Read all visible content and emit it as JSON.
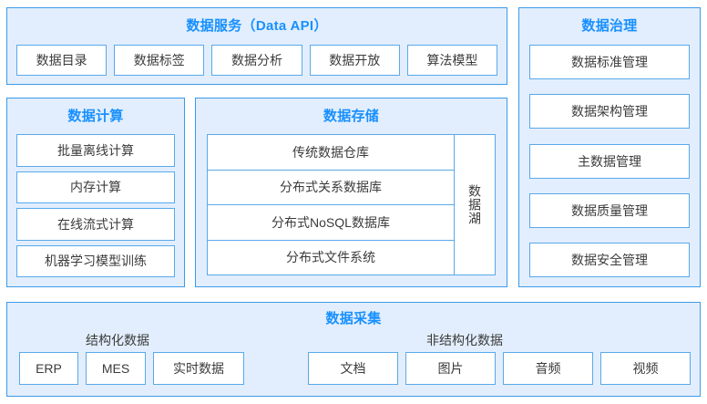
{
  "diagram": {
    "colors": {
      "panel_fill": "#e2eefd",
      "panel_border": "#3d9ae8",
      "title_text": "#1890ff",
      "box_border": "#59a9ea",
      "box_fill": "#ffffff",
      "body_text": "#3b3b3b"
    }
  },
  "data_service": {
    "title": "数据服务（Data API）",
    "items": [
      "数据目录",
      "数据标签",
      "数据分析",
      "数据开放",
      "算法模型"
    ]
  },
  "data_governance": {
    "title": "数据治理",
    "items": [
      "数据标准管理",
      "数据架构管理",
      "主数据管理",
      "数据质量管理",
      "数据安全管理"
    ]
  },
  "data_computation": {
    "title": "数据计算",
    "items": [
      "批量离线计算",
      "内存计算",
      "在线流式计算",
      "机器学习模型训练"
    ]
  },
  "data_storage": {
    "title": "数据存储",
    "rows": [
      "传统数据仓库",
      "分布式关系数据库",
      "分布式NoSQL数据库",
      "分布式文件系统"
    ],
    "lake_label": "数据湖"
  },
  "data_collection": {
    "title": "数据采集",
    "structured": {
      "label": "结构化数据",
      "items": [
        "ERP",
        "MES",
        "实时数据"
      ]
    },
    "unstructured": {
      "label": "非结构化数据",
      "items": [
        "文档",
        "图片",
        "音频",
        "视频"
      ]
    }
  }
}
